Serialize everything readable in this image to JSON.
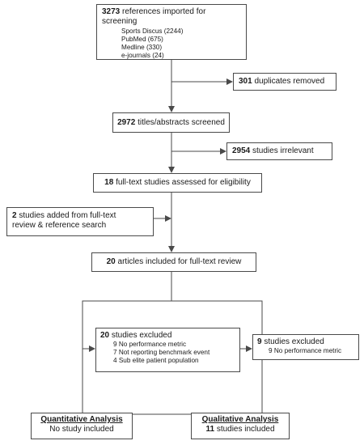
{
  "imported": {
    "count": "3273",
    "label": "references imported for screening",
    "sources": [
      "Sports Discus (2244)",
      "PubMed (675)",
      "Medline (330)",
      "e-journals (24)"
    ]
  },
  "duplicates": {
    "count": "301",
    "label": "duplicates removed"
  },
  "screened": {
    "count": "2972",
    "label": "titles/abstracts screened"
  },
  "irrelevant": {
    "count": "2954",
    "label": "studies irrelevant"
  },
  "eligibility": {
    "count": "18",
    "label": "full-text studies assessed for eligibility"
  },
  "added": {
    "count": "2",
    "label_line1": "studies added from full-text",
    "label_line2": "review & reference search"
  },
  "included": {
    "count": "20",
    "label": "articles included for full-text review"
  },
  "excluded_center": {
    "count": "20",
    "label": "studies excluded",
    "reasons": [
      "9 No performance metric",
      "7 Not reporting benchmark event",
      "4 Sub elite patient population"
    ]
  },
  "excluded_right": {
    "count": "9",
    "label": "studies excluded",
    "reasons": [
      "9 No performance metric"
    ]
  },
  "quantitative": {
    "title": "Quantitative Analysis",
    "line": "No study included"
  },
  "qualitative": {
    "title": "Qualitative Analysis",
    "count": "11",
    "label": "studies included"
  },
  "colors": {
    "line": "#4a4a4a",
    "border": "#4a4a4a",
    "text": "#1a1a1a"
  }
}
